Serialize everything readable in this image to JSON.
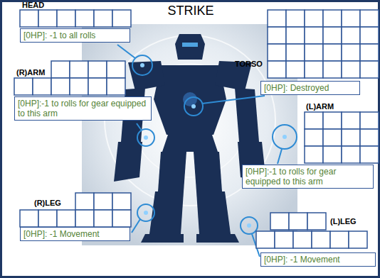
{
  "diagram": {
    "title": "STRIKE",
    "nodes": [
      {
        "text": [
          "[0HP]: -1 to all rolls"
        ]
      },
      {
        "text": [
          "[0HP]: Destroyed"
        ]
      },
      {
        "text": [
          "[0HP]:-1 to rolls for gear equipped to this arm"
        ]
      },
      {
        "text": [
          "[0HP]:-1 to rolls for gear equipped to this arm"
        ]
      },
      {
        "text": [
          "[0HP]: -1 Movement"
        ]
      },
      {
        "text": [
          "[0HP]: -1 Movement"
        ]
      }
    ],
    "labels": [
      "HEAD",
      "TORSO",
      "(R)ARM",
      "(L)ARM",
      "(R)LEG",
      "(L)LEG"
    ]
  }
}
